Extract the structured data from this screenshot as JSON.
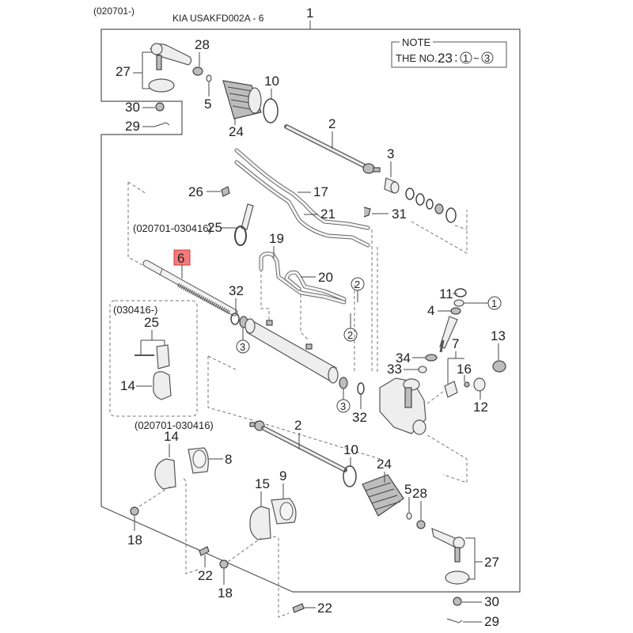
{
  "header": {
    "date_range": "(020701-)",
    "diagram_code": "KIA USAKFD002A - 6",
    "assembly_ref": "1"
  },
  "note": {
    "title": "NOTE",
    "text_prefix": "THE NO.",
    "text_number": "23",
    "text_colon": ":",
    "range_start": "1",
    "range_sep": "~",
    "range_end": "3"
  },
  "highlight": {
    "part_ref": "6",
    "color": "#f37b7b"
  },
  "variant_labels": {
    "clamp_old_upper": "(020701-030416)",
    "clamp_new_box": "(030416-)",
    "clamp_old_lower": "(020701-030416)"
  },
  "callouts": {
    "p27_top": "27",
    "p28_top": "28",
    "p5_top": "5",
    "p24_top": "24",
    "p10_top": "10",
    "p30_top": "30",
    "p29_top": "29",
    "p2_top": "2",
    "p3_top": "3",
    "p26": "26",
    "p17": "17",
    "p21": "21",
    "p31": "31",
    "p25_upper": "25",
    "p19": "19",
    "p20": "20",
    "p6": "6",
    "p32_left": "32",
    "p25_box": "25",
    "p14_box": "14",
    "p11": "11",
    "p4": "4",
    "p13": "13",
    "p7": "7",
    "p16": "16",
    "p34": "34",
    "p33": "33",
    "p12": "12",
    "p32_right": "32",
    "p14_lower": "14",
    "p8": "8",
    "p15": "15",
    "p9": "9",
    "p18_left": "18",
    "p22_mid": "22",
    "p18_mid": "18",
    "p22_bottom": "22",
    "p2_bottom": "2",
    "p10_bottom": "10",
    "p24_bottom": "24",
    "p5_bottom": "5",
    "p28_bottom": "28",
    "p27_bottom": "27",
    "p30_bottom": "30",
    "p29_bottom": "29"
  },
  "circled_refs": {
    "c1": "1",
    "c2_upper": "2",
    "c2_lower": "2",
    "c3_left": "3",
    "c3_right": "3"
  }
}
